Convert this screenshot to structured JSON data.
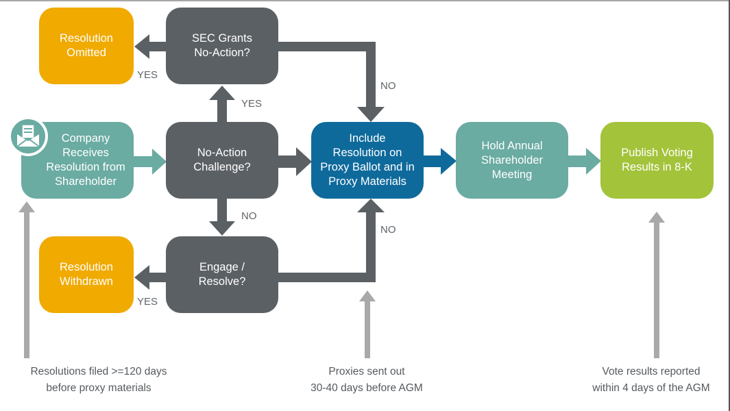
{
  "colors": {
    "teal": "#6aaba2",
    "dark_gray": "#5b6064",
    "orange": "#f0aa00",
    "blue": "#0f6a9c",
    "lime": "#a3c33a",
    "timeline_arrow": "#a9a9a9",
    "label_text": "#5f6468"
  },
  "nodes": {
    "company_receives": {
      "text": "Company\nReceives\nResolution from\nShareholder",
      "icon": "envelope-letter-icon"
    },
    "no_action_challenge": {
      "text": "No-Action\nChallenge?"
    },
    "sec_grants": {
      "text": "SEC Grants\nNo-Action?"
    },
    "resolution_omitted": {
      "text": "Resolution\nOmitted"
    },
    "engage_resolve": {
      "text": "Engage /\nResolve?"
    },
    "resolution_withdrawn": {
      "text": "Resolution\nWithdrawn"
    },
    "include_resolution": {
      "text": "Include\nResolution on\nProxy Ballot and in\nProxy Materials"
    },
    "hold_meeting": {
      "text": "Hold Annual\nShareholder\nMeeting"
    },
    "publish_results": {
      "text": "Publish Voting\nResults in 8-K"
    }
  },
  "edge_labels": {
    "sec_to_omitted": "YES",
    "challenge_to_sec": "YES",
    "sec_to_include": "NO",
    "challenge_to_engage": "NO",
    "engage_to_include": "NO",
    "engage_to_withdrawn": "YES"
  },
  "timeline_notes": {
    "filing": "Resolutions filed >=120 days\nbefore proxy materials",
    "proxies": "Proxies sent out\n30-40 days before AGM",
    "results": "Vote results reported\nwithin 4 days of the AGM"
  }
}
